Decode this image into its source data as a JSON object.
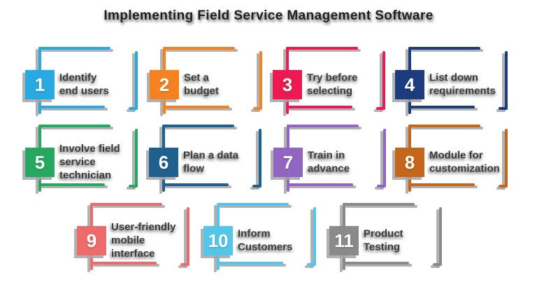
{
  "title": "Implementing Field Service Management Software",
  "colors": {
    "background": "#FFFFFF",
    "title_text": "#1F1F1F",
    "label_text": "#3D3D3D",
    "shadow_gray": "#A5A5A5"
  },
  "items": [
    {
      "number": "1",
      "label": "Identify\nend users",
      "color": "#29A9E1"
    },
    {
      "number": "2",
      "label": "Set a\nbudget",
      "color": "#F58220"
    },
    {
      "number": "3",
      "label": "Try before\nselecting",
      "color": "#EC1A50"
    },
    {
      "number": "4",
      "label": "List down\nrequirements",
      "color": "#1D3C7D"
    },
    {
      "number": "5",
      "label": "Involve field\nservice\ntechnician",
      "color": "#27A860"
    },
    {
      "number": "6",
      "label": "Plan a data\nflow",
      "color": "#20608F"
    },
    {
      "number": "7",
      "label": "Train in\nadvance",
      "color": "#9166C2"
    },
    {
      "number": "8",
      "label": "Module for\ncustomization",
      "color": "#C4661B"
    },
    {
      "number": "9",
      "label": "User-friendly\nmobile\ninterface",
      "color": "#EE6B6B"
    },
    {
      "number": "10",
      "label": "Inform\nCustomers",
      "color": "#53C6EA"
    },
    {
      "number": "11",
      "label": "Product\nTesting",
      "color": "#8A8A8A"
    }
  ]
}
